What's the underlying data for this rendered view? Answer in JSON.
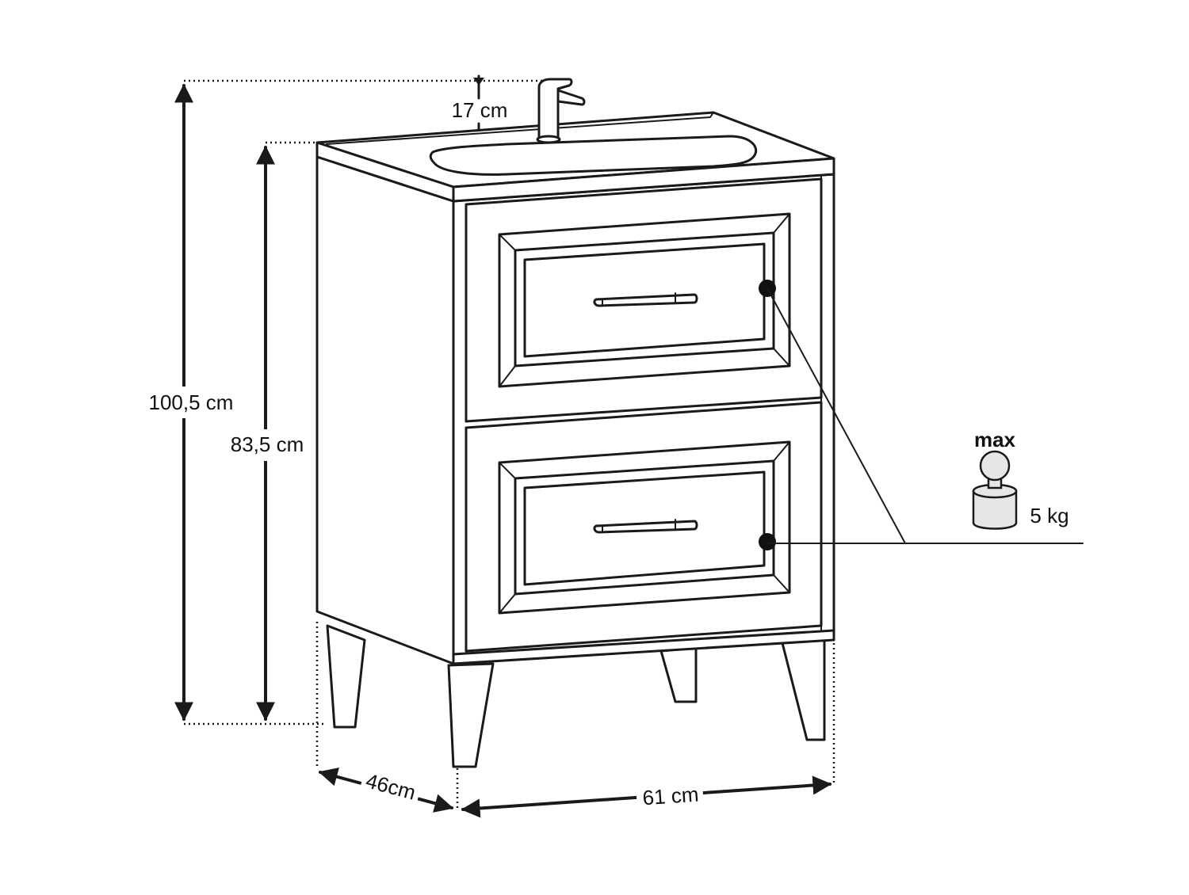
{
  "dimensions": {
    "total_height": "100,5 cm",
    "cabinet_height": "83,5 cm",
    "faucet_height": "17 cm",
    "depth": "46cm",
    "width": "61 cm"
  },
  "load_indicator": {
    "title": "max",
    "weight": "5 kg",
    "icon": "weight-icon"
  },
  "colors": {
    "stroke": "#1a1a1a",
    "background": "#ffffff",
    "weight_fill": "#e6e6e6"
  }
}
